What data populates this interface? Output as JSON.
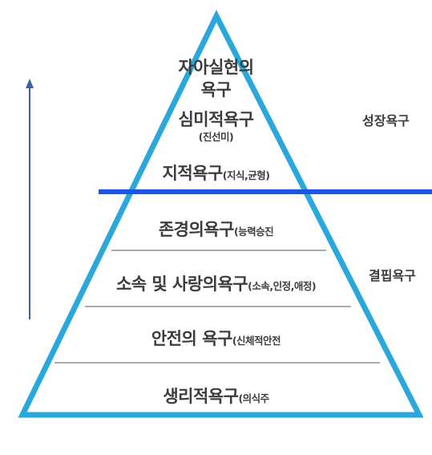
{
  "colors": {
    "pyramid_outline": "#2aa8dc",
    "divider_lines": "#555555",
    "boundary_line": "#1a56e0",
    "arrow": "#3f5ea8",
    "text": "#3c3c3c"
  },
  "pyramid": {
    "top_level": {
      "line1": "자아실현의",
      "line2": "욕구",
      "line3": "심미적욕구",
      "line4": "(진선미)"
    },
    "levels": [
      {
        "name": "지적욕구",
        "detail": "(지식,균형)"
      },
      {
        "name": "존경의욕구",
        "detail": "(능력승진"
      },
      {
        "name": "소속 및 사랑의욕구",
        "detail": "(소속,인정,애정)"
      },
      {
        "name": "안전의 욕구",
        "detail": "(신체적안전"
      },
      {
        "name": "생리적욕구",
        "detail": "(의식주"
      }
    ]
  },
  "side_labels": {
    "growth": "성장욕구",
    "deficiency": "결핍욕구"
  },
  "icons": {
    "arrow": "up-arrow-icon"
  }
}
